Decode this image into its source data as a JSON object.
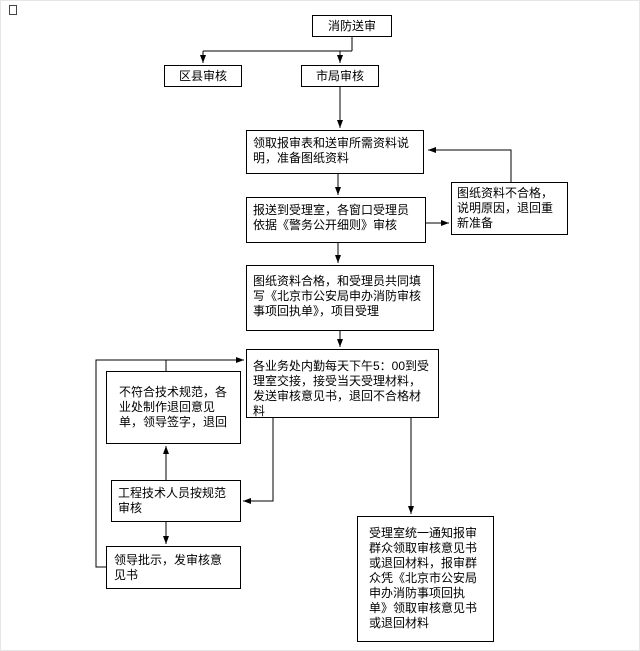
{
  "diagram": {
    "type": "flowchart",
    "nodes": {
      "start": "消防送审",
      "district": "区县审核",
      "city": "市局审核",
      "receive": "领取报审表和送审所需资料说明，准备图纸资料",
      "submit": "报送到受理室，各窗口受理员依据《警务公开细则》审核",
      "unqualified": "图纸资料不合格，说明原因，退回重新准备",
      "qualified": "图纸资料合格，和受理员共同填写《北京市公安局申办消防审核事项回执单》，项目受理",
      "clerk": "各业务处内勤每天下午5：00到受理室交接，接受当天受理材料，发送审核意见书，退回不合格材料",
      "nonconform": "不符合技术规范，各业处制作退回意见单，领导签字，退回",
      "engineer": "工程技术人员按规范审核",
      "leader": "领导批示，发审核意见书",
      "notify": "受理室统一通知报审群众领取审核意见书或退回材料，报审群众凭《北京市公安局申办消防事项回执单》领取审核意见书或退回材料"
    },
    "edges": [
      {
        "from": "start",
        "to": "district"
      },
      {
        "from": "start",
        "to": "city"
      },
      {
        "from": "city",
        "to": "receive"
      },
      {
        "from": "receive",
        "to": "submit"
      },
      {
        "from": "submit",
        "to": "unqualified"
      },
      {
        "from": "unqualified",
        "to": "receive"
      },
      {
        "from": "submit",
        "to": "qualified"
      },
      {
        "from": "qualified",
        "to": "clerk"
      },
      {
        "from": "clerk",
        "to": "engineer"
      },
      {
        "from": "engineer",
        "to": "nonconform"
      },
      {
        "from": "nonconform",
        "to": "clerk"
      },
      {
        "from": "engineer",
        "to": "leader"
      },
      {
        "from": "leader",
        "to": "clerk"
      },
      {
        "from": "clerk",
        "to": "notify"
      }
    ],
    "colors": {
      "line": "#000000",
      "box_border": "#000000",
      "text": "#000000",
      "background": "#ffffff"
    }
  }
}
